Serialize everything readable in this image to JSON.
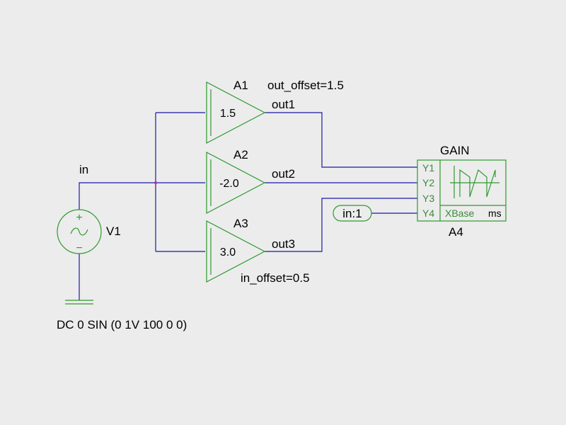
{
  "source": {
    "name": "V1",
    "spec": "DC 0 SIN (0 1V 100 0 0)",
    "plus": "+",
    "minus": "−",
    "symbol": "~"
  },
  "nets": {
    "input": "in",
    "out1": "out1",
    "out2": "out2",
    "out3": "out3"
  },
  "amplifiers": [
    {
      "name": "A1",
      "gain": "1.5",
      "param": "out_offset=1.5"
    },
    {
      "name": "A2",
      "gain": "-2.0",
      "param": ""
    },
    {
      "name": "A3",
      "gain": "3.0",
      "param": "in_offset=0.5"
    }
  ],
  "scope": {
    "name": "A4",
    "title": "GAIN",
    "channels": [
      "Y1",
      "Y2",
      "Y3",
      "Y4"
    ],
    "xbase": "XBase",
    "unit": "ms"
  },
  "label": {
    "text": "in:1"
  },
  "colors": {
    "wire": "#1a1aa6",
    "component": "#2e9a2e",
    "junction": "#b030b0",
    "background": "#ececec"
  }
}
